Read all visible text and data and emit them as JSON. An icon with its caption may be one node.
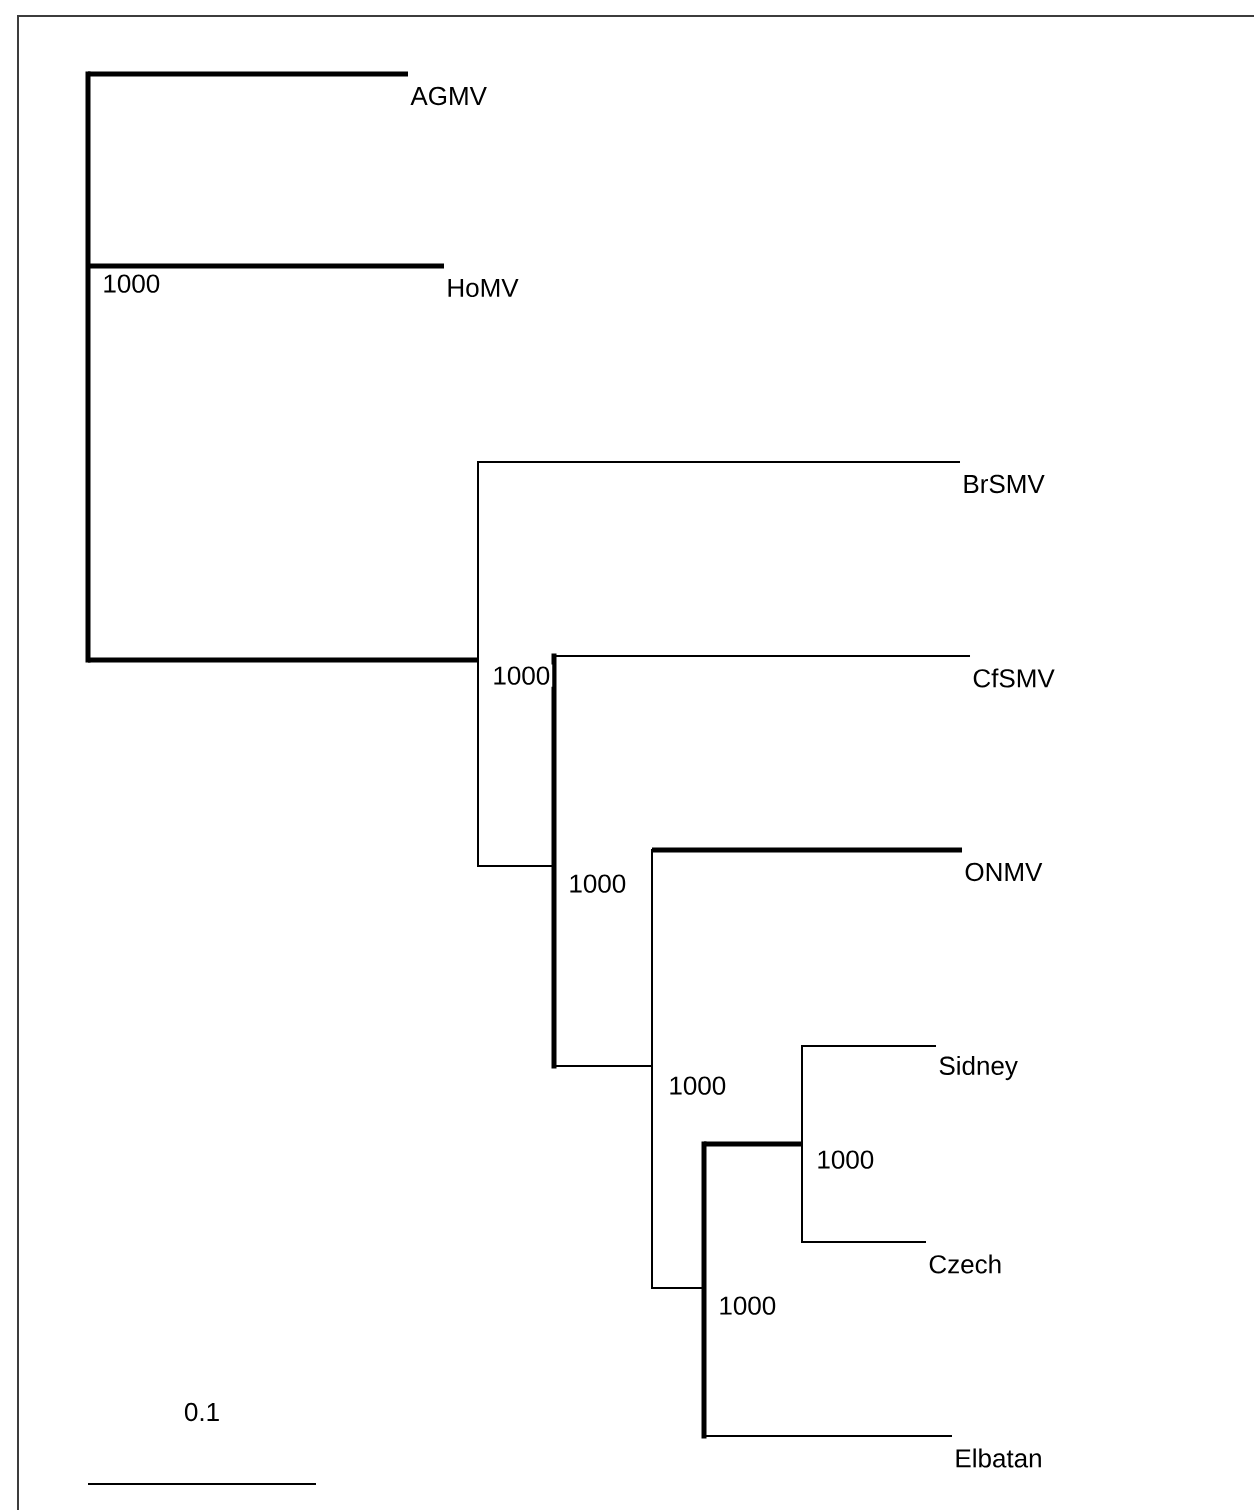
{
  "diagram": {
    "nodes": [
      {
        "text": [],
        "shape": "bar"
      },
      {
        "text": [
          "AGMV"
        ]
      },
      {
        "text": [
          "HoMV"
        ]
      },
      {
        "text": [],
        "shape": "bar"
      },
      {
        "text": [
          "BrSMV"
        ]
      },
      {
        "text": [],
        "shape": "bar"
      },
      {
        "text": [
          "CfSMV"
        ]
      },
      {
        "text": [],
        "shape": "bar"
      },
      {
        "text": [
          "ONMV"
        ]
      },
      {
        "text": [],
        "shape": "bar"
      },
      {
        "text": [],
        "shape": "bar"
      },
      {
        "text": [
          "Sidney"
        ]
      },
      {
        "text": [
          "Czech"
        ]
      },
      {
        "text": [
          "Elbatan"
        ]
      }
    ],
    "edges": [
      {
        "from": 0,
        "to": 1,
        "arrow": "none",
        "style": "thick"
      },
      {
        "from": 0,
        "to": 2,
        "arrow": "none",
        "style": "thick",
        "label": "1000"
      },
      {
        "from": 0,
        "to": 3,
        "arrow": "none",
        "style": "thick",
        "label": "1000"
      },
      {
        "from": 3,
        "to": 4,
        "arrow": "none"
      },
      {
        "from": 3,
        "to": 5,
        "arrow": "none",
        "label": "1000"
      },
      {
        "from": 5,
        "to": 6,
        "arrow": "none"
      },
      {
        "from": 5,
        "to": 7,
        "arrow": "none",
        "label": "1000"
      },
      {
        "from": 7,
        "to": 8,
        "arrow": "none",
        "style": "thick"
      },
      {
        "from": 7,
        "to": 9,
        "arrow": "none",
        "label": "1000"
      },
      {
        "from": 9,
        "to": 10,
        "arrow": "none",
        "style": "thick",
        "label": "1000"
      },
      {
        "from": 10,
        "to": 11,
        "arrow": "none"
      },
      {
        "from": 10,
        "to": 12,
        "arrow": "none"
      },
      {
        "from": 9,
        "to": 13,
        "arrow": "none"
      }
    ],
    "labels": [
      "0.1"
    ]
  }
}
